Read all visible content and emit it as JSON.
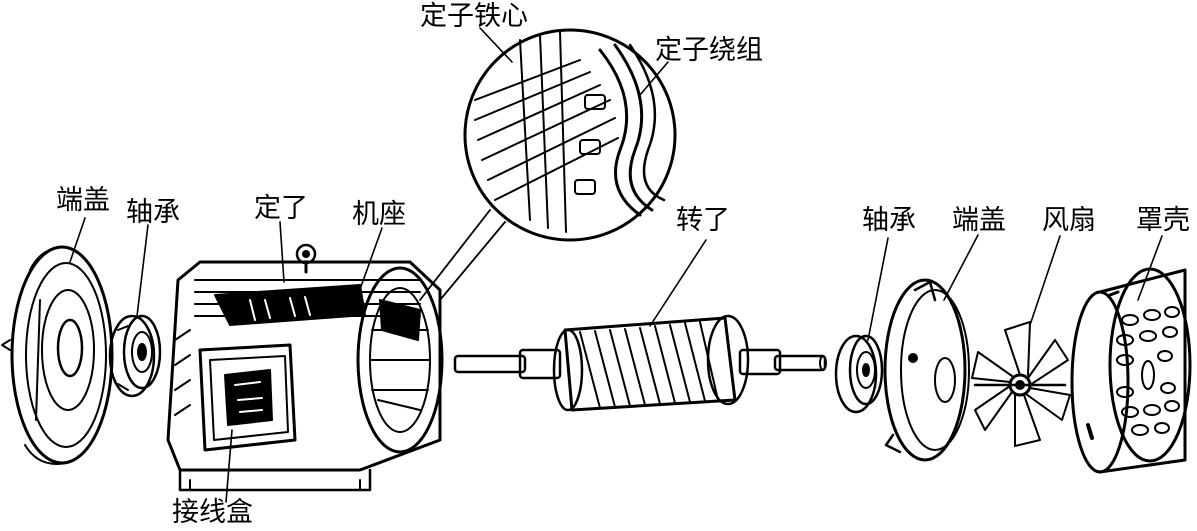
{
  "labels": {
    "stator_core": "定子铁心",
    "stator_winding": "定子绕组",
    "end_cover_left": "端盖",
    "bearing_left": "轴承",
    "stator": "定了",
    "frame": "机座",
    "rotor": "转了",
    "bearing_right": "轴承",
    "end_cover_right": "端盖",
    "fan": "风扇",
    "fan_cover": "罩壳",
    "terminal_box": "接线盒"
  }
}
